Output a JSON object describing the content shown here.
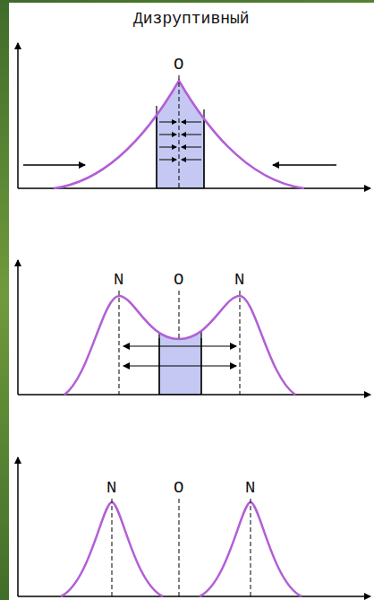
{
  "diagram": {
    "title": "Дизруптивный",
    "labels": [
      "O",
      "N",
      "O",
      "N",
      "N",
      "O",
      "N"
    ]
  }
}
